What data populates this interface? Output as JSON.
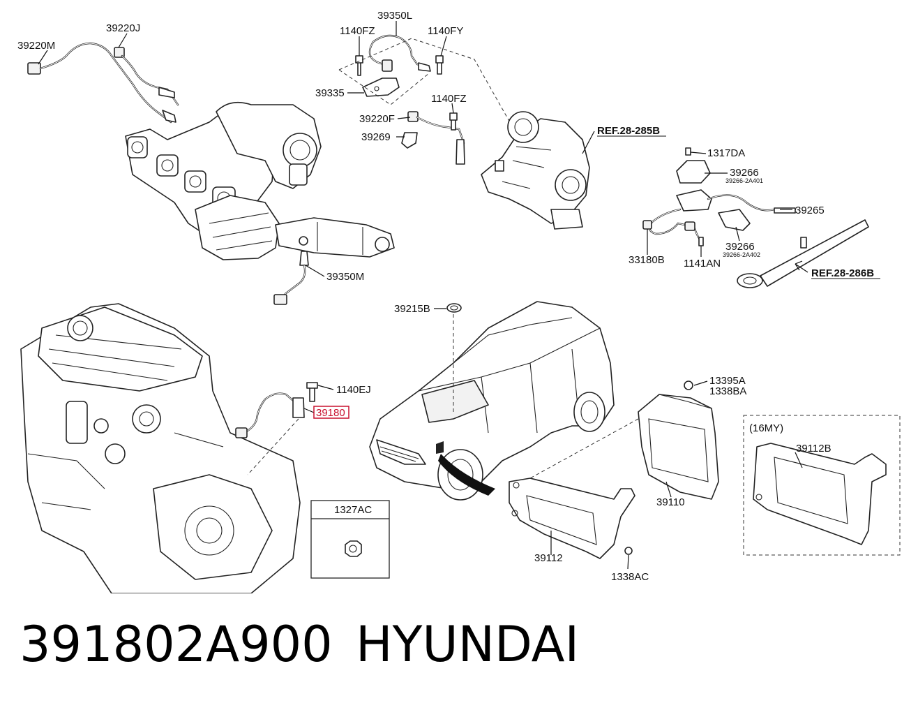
{
  "diagram": {
    "callouts": {
      "c39220M": "39220M",
      "c39220J": "39220J",
      "c39350L": "39350L",
      "c1140FZ_a": "1140FZ",
      "c1140FY": "1140FY",
      "c39335": "39335",
      "c1140FZ_b": "1140FZ",
      "c39220F": "39220F",
      "c39269": "39269",
      "ref_285B": "REF.28-285B",
      "c1317DA": "1317DA",
      "c39266_top": "39266",
      "c39266_top_sub": "39266-2A401",
      "c39265": "39265",
      "c39266_bot": "39266",
      "c39266_bot_sub": "39266-2A402",
      "c33180B": "33180B",
      "c1141AN": "1141AN",
      "ref_286B": "REF.28-286B",
      "c39350M": "39350M",
      "c39215B": "39215B",
      "c1140EJ": "1140EJ",
      "c39180": "39180",
      "c13395A": "13395A",
      "c1338BA": "1338BA",
      "c16MY": "(16MY)",
      "c39112B": "39112B",
      "c39110": "39110",
      "c1327AC": "1327AC",
      "c39112": "39112",
      "c1338AC": "1338AC"
    },
    "highlight_color": "#c8102e"
  },
  "footer": {
    "part_number": "391802A900",
    "brand": "HYUNDAI"
  }
}
